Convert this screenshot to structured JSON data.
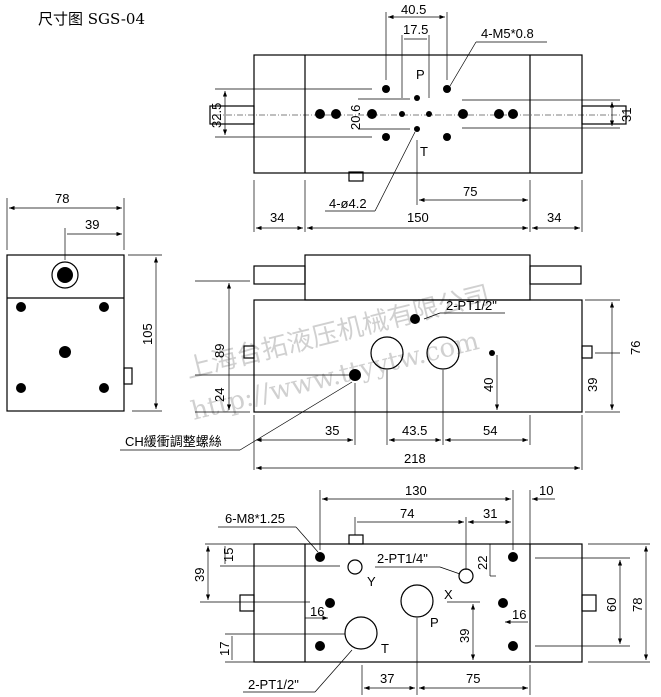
{
  "title": "尺寸图 SGS-04",
  "watermark": {
    "company": "上海台拓液压机械有限公司",
    "url": "http://www.ttyytw.com"
  },
  "top_view": {
    "d40_5": "40.5",
    "d17_5": "17.5",
    "m5": "4-M5*0.8",
    "p": "P",
    "t": "T",
    "d20_6": "20.6",
    "d32_5": "32.5",
    "d31": "31",
    "phi": "4-ø4.2",
    "d75": "75",
    "d34a": "34",
    "d150": "150",
    "d34b": "34"
  },
  "side_view": {
    "d78": "78",
    "d39": "39",
    "d105": "105"
  },
  "front_view": {
    "pt12": "2-PT1/2\"",
    "d89": "89",
    "d24": "24",
    "d76": "76",
    "d39": "39",
    "d40": "40",
    "d35": "35",
    "d43_5": "43.5",
    "d54": "54",
    "d218": "218",
    "ch": "CH緩衝調整螺絲"
  },
  "bottom_view": {
    "d130": "130",
    "d10": "10",
    "m8": "6-M8*1.25",
    "d74": "74",
    "d31": "31",
    "d15": "15",
    "d39a": "39",
    "pt14": "2-PT1/4\"",
    "d22": "22",
    "y": "Y",
    "x": "X",
    "p": "P",
    "t": "T",
    "d16a": "16",
    "d16b": "16",
    "d60": "60",
    "d78": "78",
    "d39b": "39",
    "d17": "17",
    "pt12": "2-PT1/2\"",
    "d37": "37",
    "d75": "75"
  }
}
